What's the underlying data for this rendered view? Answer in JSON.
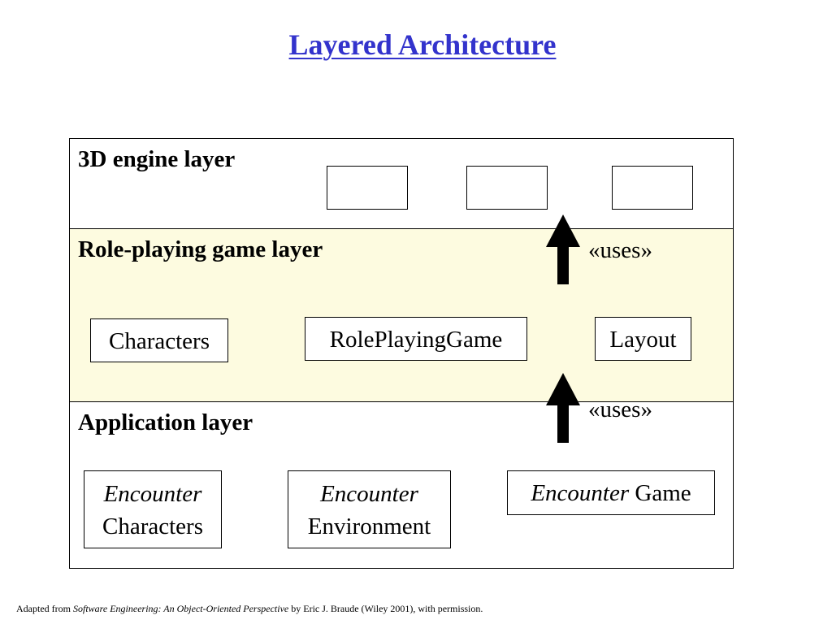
{
  "title": "Layered Architecture",
  "layers": {
    "engine": {
      "title": "3D engine layer"
    },
    "rpg": {
      "title": "Role-playing game layer",
      "classes": [
        "Characters",
        "RolePlayingGame",
        "Layout"
      ]
    },
    "app": {
      "title": "Application layer",
      "classes": [
        {
          "italic": "Encounter",
          "plain": "Characters"
        },
        {
          "italic": "Encounter",
          "plain": "Environment"
        },
        {
          "italic": "Encounter",
          "plain": "Game"
        }
      ]
    }
  },
  "dependencies": [
    {
      "label": "«uses»"
    },
    {
      "label": "«uses»"
    }
  ],
  "footer": {
    "prefix": "Adapted from ",
    "book": "Software Engineering: An Object-Oriented Perspective",
    "suffix": " by Eric J. Braude (Wiley 2001), with permission."
  }
}
